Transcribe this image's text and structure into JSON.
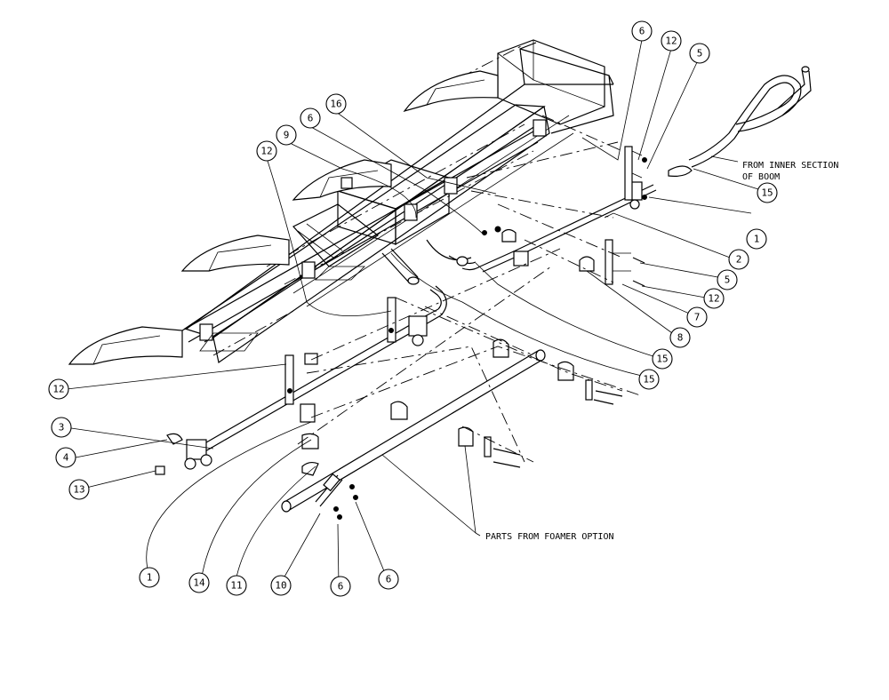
{
  "notes": {
    "inner_section_line1": "FROM INNER SECTION",
    "inner_section_line2": "OF BOOM",
    "foamer_parts": "PARTS FROM FOAMER OPTION"
  },
  "callouts": {
    "c1": "6",
    "c2": "12",
    "c3": "5",
    "c4": "16",
    "c5": "6",
    "c6": "9",
    "c7": "12",
    "c8": "15",
    "c9": "1",
    "c10": "2",
    "c11": "5",
    "c12": "12",
    "c13": "7",
    "c14": "8",
    "c15": "15",
    "c16": "15",
    "c17": "12",
    "c18": "3",
    "c19": "4",
    "c20": "13",
    "c21": "1",
    "c22": "14",
    "c23": "11",
    "c24": "10",
    "c25": "6",
    "c26": "6"
  }
}
